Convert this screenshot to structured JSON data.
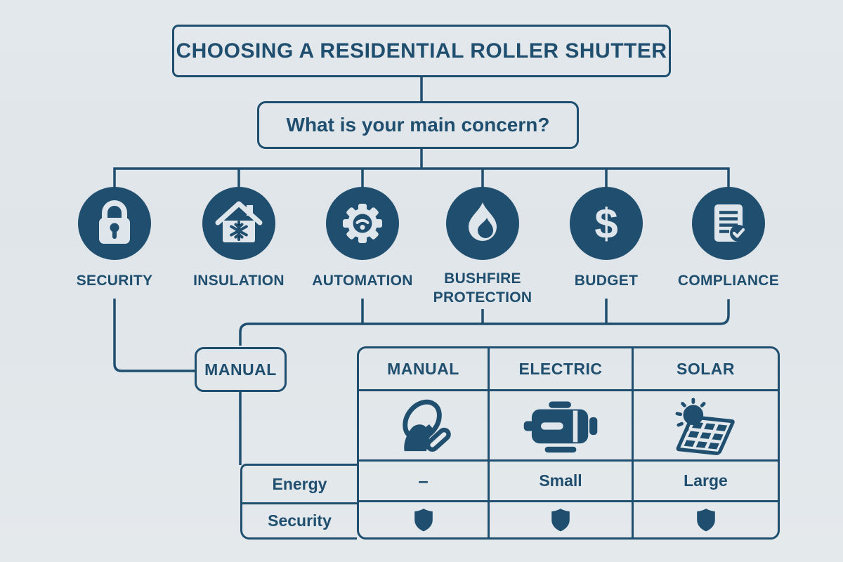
{
  "title": "CHOOSING A RESIDENTIAL ROLLER SHUTTER",
  "question": "What is your main concern?",
  "options": [
    {
      "label": "SECURITY",
      "icon": "lock-icon"
    },
    {
      "label": "INSULATION",
      "icon": "house-snowflake-icon"
    },
    {
      "label": "AUTOMATION",
      "icon": "gear-wifi-icon"
    },
    {
      "label": "BUSHFIRE PROTECTION",
      "icon": "flame-icon"
    },
    {
      "label": "BUDGET",
      "icon": "dollar-icon"
    },
    {
      "label": "COMPLIANCE",
      "icon": "document-check-icon"
    }
  ],
  "security_branch": {
    "label": "MANUAL"
  },
  "table": {
    "columns": [
      "MANUAL",
      "ELECTRIC",
      "SOLAR"
    ],
    "column_icons": [
      "hand-pull-icon",
      "motor-icon",
      "solar-panel-icon"
    ],
    "rows": [
      {
        "label": "Energy",
        "values": [
          "–",
          "Small",
          "Large"
        ],
        "value_type": "text"
      },
      {
        "label": "Security",
        "values": [
          "shield-icon",
          "shield-icon",
          "shield-icon"
        ],
        "value_type": "icon"
      }
    ]
  },
  "colors": {
    "navy": "#1f4e6e",
    "icon_light": "#dfe6eb",
    "background": "#e2e7ea"
  }
}
